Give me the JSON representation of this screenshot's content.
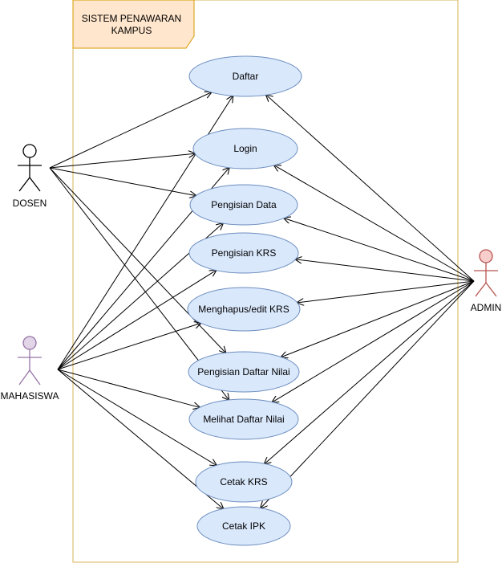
{
  "system": {
    "title_lines": [
      "SISTEM PENAWARAN",
      "KAMPUS"
    ]
  },
  "actors": [
    {
      "id": "dosen",
      "label": "DOSEN",
      "color": "#ffffff",
      "stroke": "#000000"
    },
    {
      "id": "mahasiswa",
      "label": "MAHASISWA",
      "color": "#e1d5e7",
      "stroke": "#9673a6"
    },
    {
      "id": "admin",
      "label": "ADMIN",
      "color": "#f8cecc",
      "stroke": "#b85450"
    }
  ],
  "use_cases": [
    {
      "id": "daftar",
      "label": "Daftar"
    },
    {
      "id": "login",
      "label": "Login"
    },
    {
      "id": "pengisian-data",
      "label": "Pengisian Data"
    },
    {
      "id": "pengisian-krs",
      "label": "Pengisian KRS"
    },
    {
      "id": "menghapus-edit-krs",
      "label": "Menghapus/edit KRS"
    },
    {
      "id": "pengisian-daftar-nilai",
      "label": "Pengisian Daftar Nilai"
    },
    {
      "id": "melihat-daftar-nilai",
      "label": "Melihat Daftar Nilai"
    },
    {
      "id": "cetak-krs",
      "label": "Cetak KRS"
    },
    {
      "id": "cetak-ipk",
      "label": "Cetak IPK"
    }
  ],
  "associations": [
    {
      "from": "dosen",
      "to": "daftar"
    },
    {
      "from": "dosen",
      "to": "login"
    },
    {
      "from": "dosen",
      "to": "pengisian-data"
    },
    {
      "from": "dosen",
      "to": "pengisian-daftar-nilai"
    },
    {
      "from": "dosen",
      "to": "melihat-daftar-nilai"
    },
    {
      "from": "mahasiswa",
      "to": "daftar"
    },
    {
      "from": "mahasiswa",
      "to": "login"
    },
    {
      "from": "mahasiswa",
      "to": "pengisian-data"
    },
    {
      "from": "mahasiswa",
      "to": "pengisian-krs"
    },
    {
      "from": "mahasiswa",
      "to": "menghapus-edit-krs"
    },
    {
      "from": "mahasiswa",
      "to": "melihat-daftar-nilai"
    },
    {
      "from": "mahasiswa",
      "to": "cetak-krs"
    },
    {
      "from": "mahasiswa",
      "to": "cetak-ipk"
    },
    {
      "from": "admin",
      "to": "daftar"
    },
    {
      "from": "admin",
      "to": "login"
    },
    {
      "from": "admin",
      "to": "pengisian-data"
    },
    {
      "from": "admin",
      "to": "pengisian-krs"
    },
    {
      "from": "admin",
      "to": "menghapus-edit-krs"
    },
    {
      "from": "admin",
      "to": "pengisian-daftar-nilai"
    },
    {
      "from": "admin",
      "to": "melihat-daftar-nilai"
    },
    {
      "from": "admin",
      "to": "cetak-krs"
    },
    {
      "from": "admin",
      "to": "cetak-ipk"
    }
  ],
  "colors": {
    "system_border": "#d6b656",
    "system_title_fill": "#ffe6cc",
    "system_title_stroke": "#d79b00",
    "usecase_fill": "#dae8fc",
    "usecase_stroke": "#6c8ebf",
    "line": "#000000"
  }
}
